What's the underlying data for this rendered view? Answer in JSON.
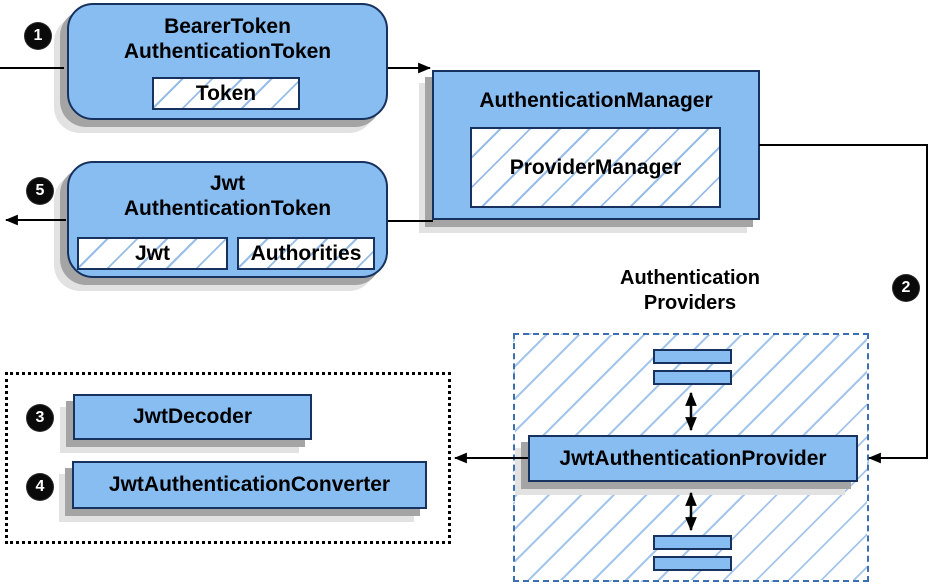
{
  "diagram": {
    "badges": {
      "step1": "1",
      "step2": "2",
      "step3": "3",
      "step4": "4",
      "step5": "5"
    },
    "bearer_token": {
      "title_line1": "BearerToken",
      "title_line2": "AuthenticationToken",
      "inner_label": "Token"
    },
    "authentication_manager": {
      "title": "AuthenticationManager",
      "inner_label": "ProviderManager"
    },
    "jwt_authentication_token": {
      "title_line1": "Jwt",
      "title_line2": "AuthenticationToken",
      "inner_label_1": "Jwt",
      "inner_label_2": "Authorities"
    },
    "authentication_providers": {
      "label_line1": "Authentication",
      "label_line2": "Providers",
      "provider_label": "JwtAuthenticationProvider"
    },
    "decoder_group": {
      "decoder_label": "JwtDecoder",
      "converter_label": "JwtAuthenticationConverter"
    },
    "colors": {
      "node_fill": "#88BDF2",
      "node_border": "#17325E",
      "hatch_line": "#97BDE8",
      "providers_dashed_border": "#3C6EB0",
      "dotted_border": "#000000",
      "shadow_dark": "#A4A4A4",
      "shadow_light": "#E2E2E2",
      "arrow": "#000000",
      "badge_background": "#0A0A0A",
      "badge_text": "#FFFFFF"
    }
  }
}
